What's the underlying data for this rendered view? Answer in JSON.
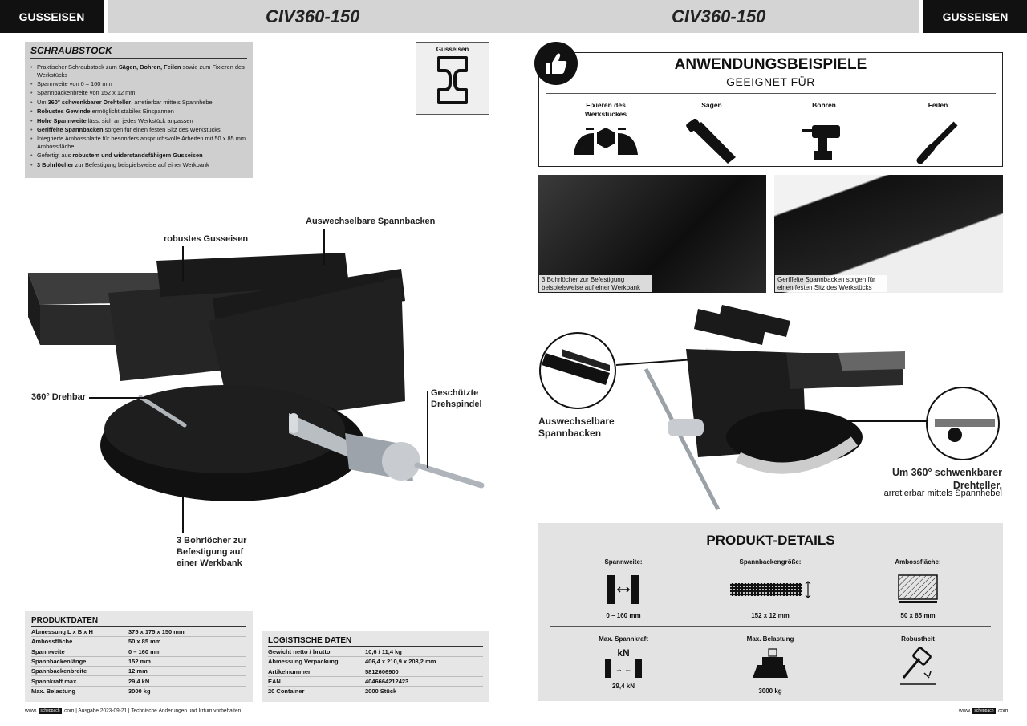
{
  "header": {
    "left_tag": "GUSSEISEN",
    "right_tag": "GUSSEISEN",
    "model_left": "CIV360-150",
    "model_right": "CIV360-150"
  },
  "features": {
    "title": "SCHRAUBSTOCK",
    "items": [
      {
        "pre": "Praktischer Schraubstock zum ",
        "bold": "Sägen, Bohren, Feilen",
        "post": " sowie zum Fixieren des Werkstücks"
      },
      {
        "pre": "Spannweite von 0 – 160 mm",
        "bold": "",
        "post": ""
      },
      {
        "pre": "Spannbackenbreite von 152 x 12 mm",
        "bold": "",
        "post": ""
      },
      {
        "pre": "Um ",
        "bold": "360° schwenkbarer Drehteller",
        "post": ", arretierbar mittels Spannhebel"
      },
      {
        "pre": "",
        "bold": "Robustes Gewinde",
        "post": " ermöglicht stabiles Einspannen"
      },
      {
        "pre": "",
        "bold": "Hohe Spannweite",
        "post": " lässt sich an jedes Werkstück anpassen"
      },
      {
        "pre": "",
        "bold": "Geriffelte Spannbacken",
        "post": " sorgen für einen festen Sitz des Werkstücks"
      },
      {
        "pre": "Integrierte Ambossplatte für besonders anspruchsvolle Arbeiten mit 50 x 85 mm Ambossfläche",
        "bold": "",
        "post": ""
      },
      {
        "pre": "Gefertigt aus ",
        "bold": "robustem und widerstandsfähigem Gusseisen",
        "post": ""
      },
      {
        "pre": "",
        "bold": "3 Bohrlöcher",
        "post": " zur Befestigung beispielsweise auf einer Werkbank"
      }
    ]
  },
  "material_badge": {
    "label": "Gusseisen",
    "icon": "cast-iron-icon"
  },
  "callouts_left": {
    "gusseisen": "robustes Gusseisen",
    "spannbacken": "Auswechselbare Spannbacken",
    "drehbar": "360° Drehbar",
    "spindel": "Geschützte Drehspindel",
    "bohr": "3 Bohrlöcher zur Befestigung auf einer Werkbank"
  },
  "produktdaten": {
    "title": "PRODUKTDATEN",
    "rows": [
      {
        "k": "Abmessung L x B x H",
        "v": "375 x 175 x 150 mm"
      },
      {
        "k": "Ambossfläche",
        "v": "50 x 85 mm"
      },
      {
        "k": "Spannweite",
        "v": "0 – 160 mm"
      },
      {
        "k": "Spannbackenlänge",
        "v": "152 mm"
      },
      {
        "k": "Spannbackenbreite",
        "v": "12 mm"
      },
      {
        "k": "Spannkraft max.",
        "v": "29,4 kN"
      },
      {
        "k": "Max. Belastung",
        "v": "3000 kg"
      }
    ]
  },
  "logistik": {
    "title": "LOGISTISCHE DATEN",
    "rows": [
      {
        "k": "Gewicht netto / brutto",
        "v": "10,6 / 11,4 kg"
      },
      {
        "k": "Abmessung Verpackung",
        "v": "406,4 x 210,9 x 203,2 mm"
      },
      {
        "k": "Artikelnummer",
        "v": "5812606900"
      },
      {
        "k": "EAN",
        "v": "4046664212423"
      },
      {
        "k": "20 Container",
        "v": "2000 Stück"
      }
    ]
  },
  "footer": {
    "left_prefix": "www.",
    "left_suffix": ".com | Ausgabe 2023-09-21 | Technische Änderungen und Irrtum vorbehalten.",
    "right_prefix": "www.",
    "right_suffix": ".com",
    "brand": "scheppach"
  },
  "anwendung": {
    "title": "ANWENDUNGSBEISPIELE",
    "subtitle": "GEEIGNET FÜR",
    "uses": [
      {
        "label": "Fixieren des Werkstückes",
        "icon": "clamp-icon"
      },
      {
        "label": "Sägen",
        "icon": "saw-icon"
      },
      {
        "label": "Bohren",
        "icon": "drill-icon"
      },
      {
        "label": "Feilen",
        "icon": "file-icon"
      }
    ]
  },
  "photos": {
    "cap1": "3 Bohrlöcher zur Befestigung beispielsweise auf einer Werkbank",
    "cap2": "Geriffelte Spannbacken sorgen für einen festen Sitz des Werkstücks"
  },
  "callouts_right": {
    "spannbacken": "Auswechselbare Spannbacken",
    "dreh_title": "Um 360° schwenkbarer Drehteller,",
    "dreh_sub": "arretierbar mittels Spannhebel"
  },
  "details": {
    "title": "PRODUKT-DETAILS",
    "cells": [
      {
        "label": "Spannweite:",
        "value": "0 – 160 mm",
        "icon": "jaw-width-icon"
      },
      {
        "label": "Spannbackengröße:",
        "value": "152 x 12 mm",
        "icon": "jaw-size-icon"
      },
      {
        "label": "Ambossfläche:",
        "value": "50 x 85 mm",
        "icon": "anvil-icon"
      },
      {
        "label": "Max. Spannkraft",
        "value": "29,4 kN",
        "icon": "force-icon",
        "icon_text": "kN"
      },
      {
        "label": "Max. Belastung",
        "value": "3000 kg",
        "icon": "load-icon"
      },
      {
        "label": "Robustheit",
        "value": "",
        "icon": "hammer-icon"
      }
    ]
  }
}
